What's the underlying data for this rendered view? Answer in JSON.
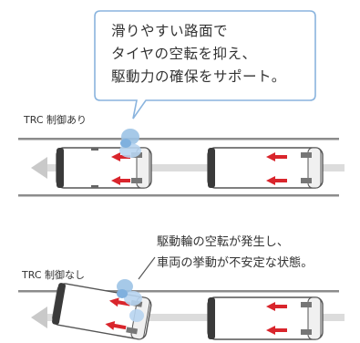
{
  "callout": {
    "lines": [
      "滑りやすい路面で",
      "タイヤの空転を抑え、",
      "駆動力の確保をサポート。"
    ]
  },
  "scenes": {
    "with_control_label": "TRC 制御あり",
    "without_control_label": "TRC 制御なし"
  },
  "note": {
    "lines": [
      "駆動輪の空転が発生し、",
      "車両の挙動が不安定な状態。"
    ]
  },
  "colors": {
    "road_line": "#8c8c8c",
    "car_body": "#ffffff",
    "car_outline": "#555555",
    "arrow_red": "#d9252c",
    "splash_blue": "#9cc3e6",
    "direction_arrow": "#c9c9c9",
    "callout_border": "#8ab4de"
  }
}
